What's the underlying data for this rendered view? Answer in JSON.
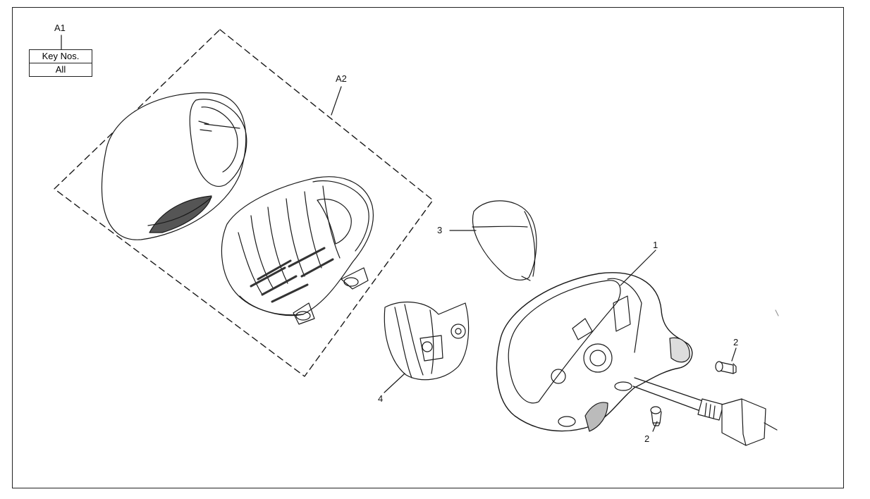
{
  "key_table": {
    "ref_label": "A1",
    "header": "Key Nos.",
    "value": "All"
  },
  "callouts": {
    "a2": "A2",
    "item1": "1",
    "item2a": "2",
    "item2b": "2",
    "item3": "3",
    "item4": "4"
  },
  "colors": {
    "line": "#1a1a1a",
    "frame": "#222222",
    "shade": "#cfcfcf"
  }
}
